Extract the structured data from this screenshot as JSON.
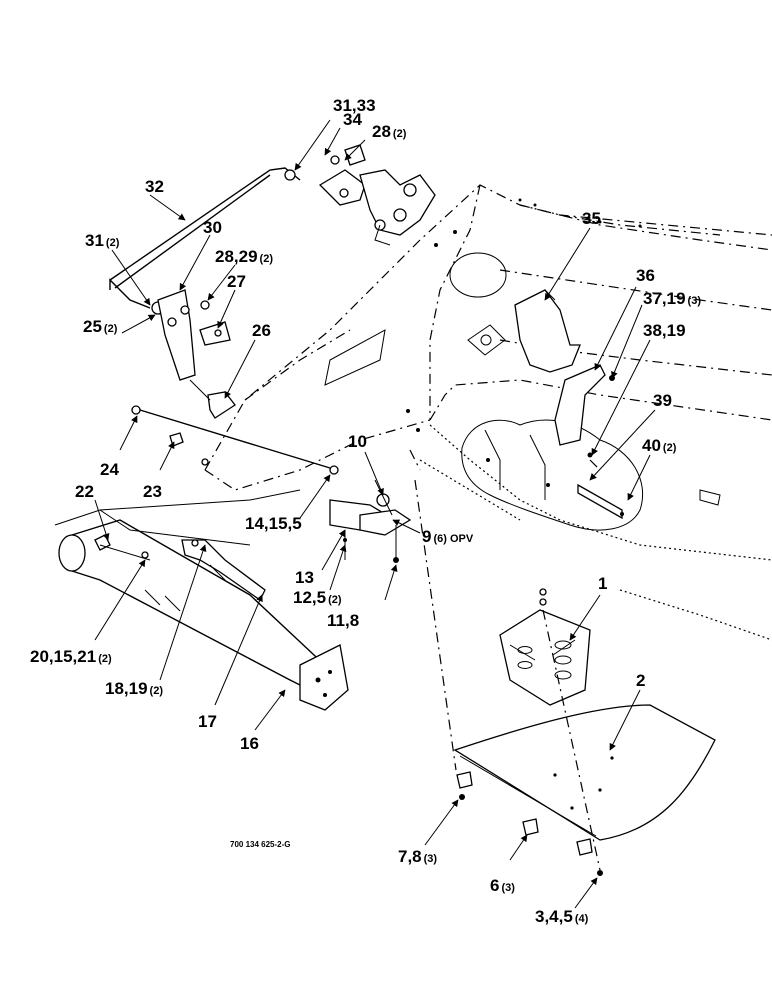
{
  "drawing_number": "700 134 625-2-G",
  "callouts": [
    {
      "id": "c31_33",
      "label": "31,33",
      "qty": ""
    },
    {
      "id": "c34",
      "label": "34",
      "qty": ""
    },
    {
      "id": "c28a",
      "label": "28",
      "qty": "(2)"
    },
    {
      "id": "c32",
      "label": "32",
      "qty": ""
    },
    {
      "id": "c30",
      "label": "30",
      "qty": ""
    },
    {
      "id": "c31",
      "label": "31",
      "qty": "(2)"
    },
    {
      "id": "c28_29",
      "label": "28,29",
      "qty": "(2)"
    },
    {
      "id": "c27",
      "label": "27",
      "qty": ""
    },
    {
      "id": "c25",
      "label": "25",
      "qty": "(2)"
    },
    {
      "id": "c26",
      "label": "26",
      "qty": ""
    },
    {
      "id": "c35",
      "label": "35",
      "qty": ""
    },
    {
      "id": "c36",
      "label": "36",
      "qty": ""
    },
    {
      "id": "c37_19",
      "label": "37,19",
      "qty": "(3)"
    },
    {
      "id": "c38_19",
      "label": "38,19",
      "qty": ""
    },
    {
      "id": "c39",
      "label": "39",
      "qty": ""
    },
    {
      "id": "c40",
      "label": "40",
      "qty": "(2)"
    },
    {
      "id": "c10",
      "label": "10",
      "qty": ""
    },
    {
      "id": "c24",
      "label": "24",
      "qty": ""
    },
    {
      "id": "c23",
      "label": "23",
      "qty": ""
    },
    {
      "id": "c22",
      "label": "22",
      "qty": ""
    },
    {
      "id": "c14_15_5",
      "label": "14,15,5",
      "qty": ""
    },
    {
      "id": "c9",
      "label": "9",
      "qty": "(6) OPV"
    },
    {
      "id": "c13",
      "label": "13",
      "qty": ""
    },
    {
      "id": "c12_5",
      "label": "12,5",
      "qty": "(2)"
    },
    {
      "id": "c11_8",
      "label": "11,8",
      "qty": ""
    },
    {
      "id": "c1",
      "label": "1",
      "qty": ""
    },
    {
      "id": "c20_15_21",
      "label": "20,15,21",
      "qty": "(2)"
    },
    {
      "id": "c18_19",
      "label": "18,19",
      "qty": "(2)"
    },
    {
      "id": "c17",
      "label": "17",
      "qty": ""
    },
    {
      "id": "c16",
      "label": "16",
      "qty": ""
    },
    {
      "id": "c2",
      "label": "2",
      "qty": ""
    },
    {
      "id": "c7_8",
      "label": "7,8",
      "qty": "(3)"
    },
    {
      "id": "c6",
      "label": "6",
      "qty": "(3)"
    },
    {
      "id": "c3_4_5",
      "label": "3,4,5",
      "qty": "(4)"
    }
  ]
}
